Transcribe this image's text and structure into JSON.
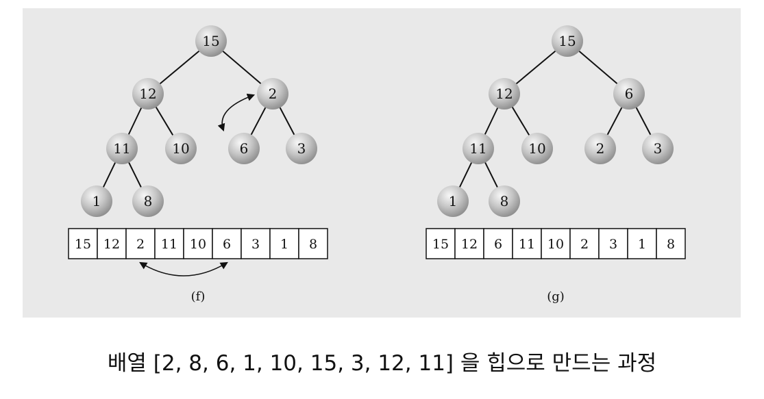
{
  "panels": [
    {
      "label": "(f)",
      "tree": [
        15,
        12,
        2,
        11,
        10,
        6,
        3,
        1,
        8
      ],
      "array": [
        15,
        12,
        2,
        11,
        10,
        6,
        3,
        1,
        8
      ],
      "swap_nodes": [
        2,
        5
      ],
      "swap_cells": [
        2,
        5
      ]
    },
    {
      "label": "(g)",
      "tree": [
        15,
        12,
        6,
        11,
        10,
        2,
        3,
        1,
        8
      ],
      "array": [
        15,
        12,
        6,
        11,
        10,
        2,
        3,
        1,
        8
      ],
      "swap_nodes": [],
      "swap_cells": []
    }
  ],
  "caption": "배열 [2, 8, 6, 1, 10, 15, 3, 12, 11] 을 힙으로 만드는 과정"
}
